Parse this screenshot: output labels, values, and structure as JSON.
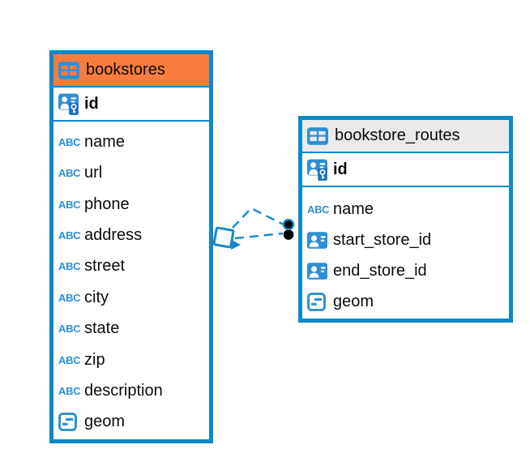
{
  "diagram": {
    "kind": "database-er-diagram",
    "background": "#ffffff"
  },
  "colors": {
    "table_border_blue": "#0F88C8",
    "icon_blue": "#2E8FD4",
    "icon_blue_dark": "#1A6FC0",
    "orange_header": "#F87C3E",
    "gray_header": "#EAEAEA",
    "connector_blue": "#1588C9",
    "text": "#0b0b0b"
  },
  "glyphs": {
    "text_type": "ABC"
  },
  "tables": [
    {
      "title": "bookstores",
      "header_background": "#F87C3E",
      "primary_key": {
        "label": "id",
        "icon": "primary-key-icon"
      },
      "fields": [
        {
          "label": "name",
          "icon": "text-type-icon"
        },
        {
          "label": "url",
          "icon": "text-type-icon"
        },
        {
          "label": "phone",
          "icon": "text-type-icon"
        },
        {
          "label": "address",
          "icon": "text-type-icon"
        },
        {
          "label": "street",
          "icon": "text-type-icon"
        },
        {
          "label": "city",
          "icon": "text-type-icon"
        },
        {
          "label": "state",
          "icon": "text-type-icon"
        },
        {
          "label": "zip",
          "icon": "text-type-icon"
        },
        {
          "label": "description",
          "icon": "text-type-icon"
        },
        {
          "label": "geom",
          "icon": "geometry-type-icon"
        }
      ]
    },
    {
      "title": "bookstore_routes",
      "header_background": "#EAEAEA",
      "primary_key": {
        "label": "id",
        "icon": "primary-key-icon"
      },
      "fields": [
        {
          "label": "name",
          "icon": "text-type-icon"
        },
        {
          "label": "start_store_id",
          "icon": "reference-type-icon"
        },
        {
          "label": "end_store_id",
          "icon": "reference-type-icon"
        },
        {
          "label": "geom",
          "icon": "geometry-type-icon"
        }
      ]
    }
  ],
  "relationships": [
    {
      "from": "bookstores",
      "to": "bookstore_routes",
      "style": "dashed"
    },
    {
      "from": "bookstores",
      "to": "bookstore_routes",
      "style": "dashed"
    }
  ]
}
